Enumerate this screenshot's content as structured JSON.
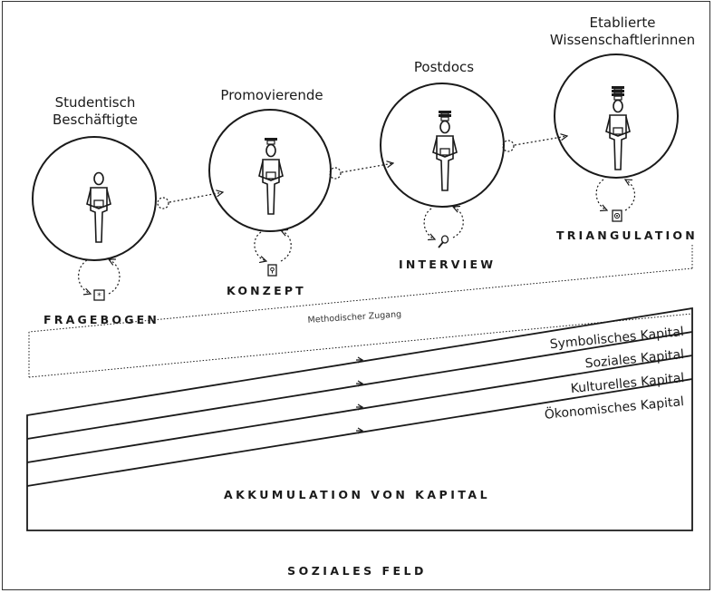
{
  "stages": [
    {
      "label_line1": "Studentisch",
      "label_line2": "Beschäftigte",
      "method": "FRAGEBOGEN",
      "method_icon": "questionnaire-icon"
    },
    {
      "label_line1": "",
      "label_line2": "Promovierende",
      "method": "KONZEPT",
      "method_icon": "concept-icon"
    },
    {
      "label_line1": "",
      "label_line2": "Postdocs",
      "method": "INTERVIEW",
      "method_icon": "microphone-icon"
    },
    {
      "label_line1": "Etablierte",
      "label_line2": "Wissenschaftlerinnen",
      "method": "TRIANGULATION",
      "method_icon": "triangulation-icon"
    }
  ],
  "methodischer_zugang": "Methodischer Zugang",
  "kapital": [
    "Symbolisches Kapital",
    "Soziales Kapital",
    "Kulturelles Kapital",
    "Ökonomisches Kapital"
  ],
  "akkumulation": "AKKUMULATION VON KAPITAL",
  "soziales_feld": "SOZIALES FELD",
  "colors": {
    "line": "#1a1a1a",
    "background": "#ffffff"
  }
}
